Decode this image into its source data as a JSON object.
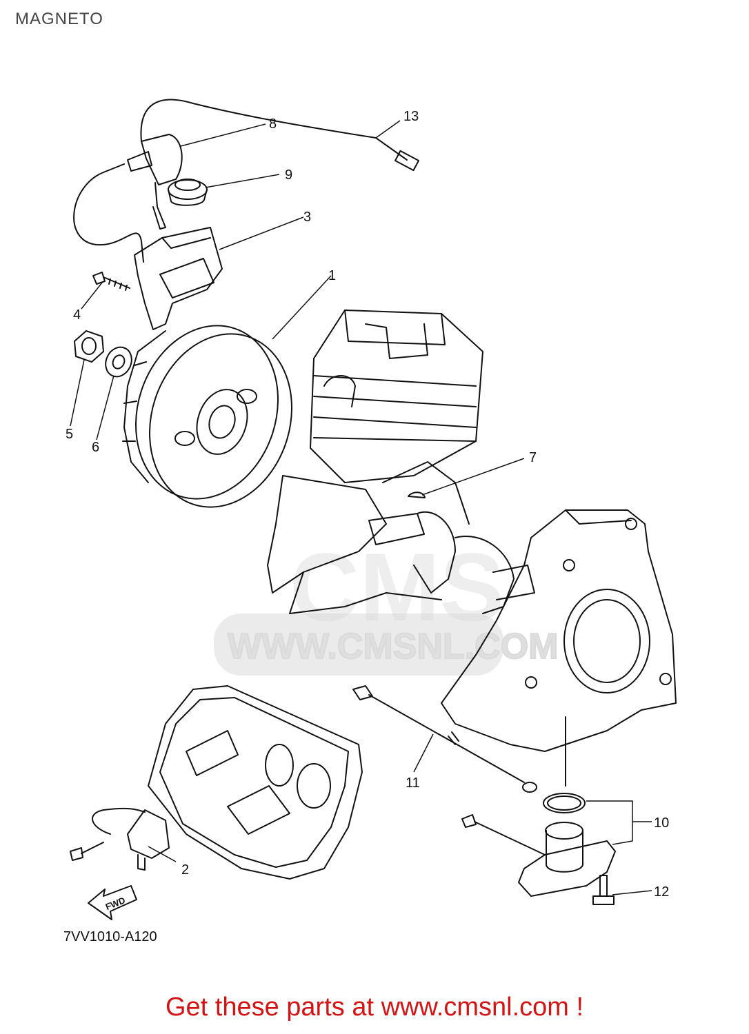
{
  "header": {
    "title": "MAGNETO"
  },
  "diagram": {
    "code": "7VV1010-A120",
    "direction_marker": "FWD",
    "watermark": {
      "brand": "CMS",
      "url": "WWW.CMSNL.COM"
    },
    "callouts": [
      {
        "id": "1",
        "part": "flywheel"
      },
      {
        "id": "2",
        "part": "control-unit"
      },
      {
        "id": "3",
        "part": "ignition-coil"
      },
      {
        "id": "4",
        "part": "coil-bolt"
      },
      {
        "id": "5",
        "part": "flywheel-nut"
      },
      {
        "id": "6",
        "part": "washer"
      },
      {
        "id": "7",
        "part": "woodruff-key"
      },
      {
        "id": "8",
        "part": "spark-plug-cap"
      },
      {
        "id": "9",
        "part": "grommet"
      },
      {
        "id": "10",
        "part": "oil-level-sensor"
      },
      {
        "id": "11",
        "part": "ground-lead"
      },
      {
        "id": "12",
        "part": "sensor-bolt"
      },
      {
        "id": "13",
        "part": "stop-switch-lead"
      }
    ]
  },
  "footer": {
    "text": "Get these parts at www.cmsnl.com !"
  }
}
